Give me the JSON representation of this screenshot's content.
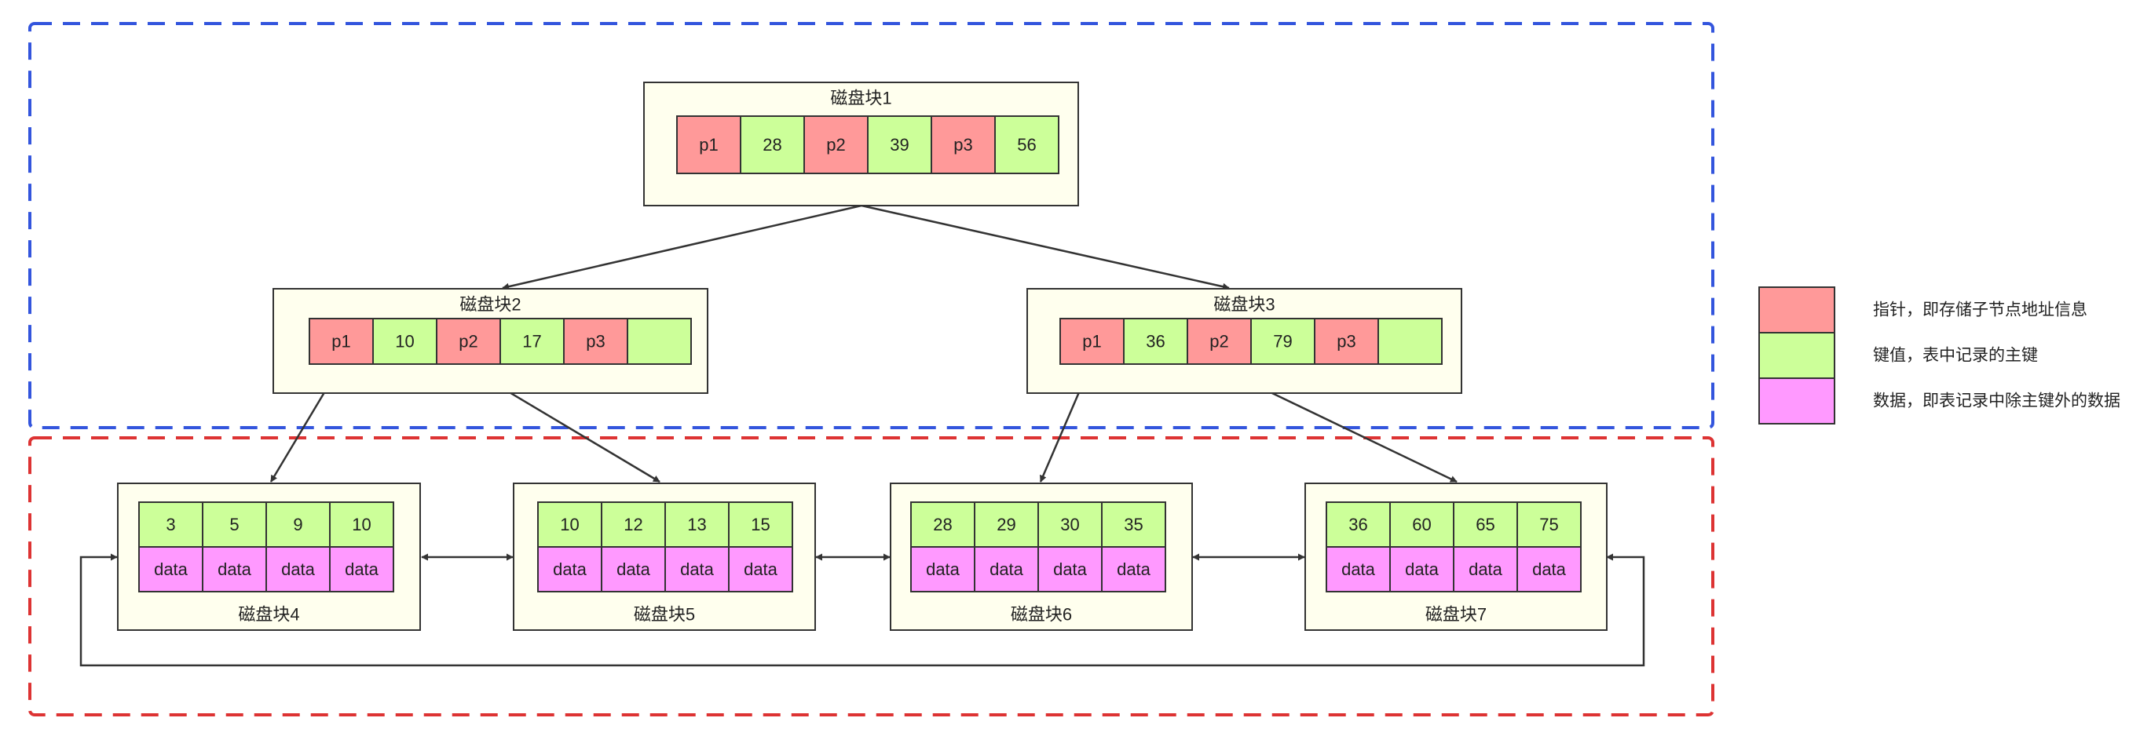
{
  "colors": {
    "pointer": "#ff9999",
    "key": "#ccff99",
    "data": "#ff99ff",
    "block_bg": "#ffffee",
    "internal_frame": "#3355dd",
    "leaf_frame": "#dd3333",
    "stroke": "#333333"
  },
  "blocks": [
    {
      "id": "b1",
      "title": "磁盘块1",
      "cells": [
        {
          "t": "p",
          "v": "p1"
        },
        {
          "t": "k",
          "v": "28"
        },
        {
          "t": "p",
          "v": "p2"
        },
        {
          "t": "k",
          "v": "39"
        },
        {
          "t": "p",
          "v": "p3"
        },
        {
          "t": "k",
          "v": "56"
        }
      ]
    },
    {
      "id": "b2",
      "title": "磁盘块2",
      "cells": [
        {
          "t": "p",
          "v": "p1"
        },
        {
          "t": "k",
          "v": "10"
        },
        {
          "t": "p",
          "v": "p2"
        },
        {
          "t": "k",
          "v": "17"
        },
        {
          "t": "p",
          "v": "p3"
        },
        {
          "t": "k",
          "v": ""
        }
      ]
    },
    {
      "id": "b3",
      "title": "磁盘块3",
      "cells": [
        {
          "t": "p",
          "v": "p1"
        },
        {
          "t": "k",
          "v": "36"
        },
        {
          "t": "p",
          "v": "p2"
        },
        {
          "t": "k",
          "v": "79"
        },
        {
          "t": "p",
          "v": "p3"
        },
        {
          "t": "k",
          "v": ""
        }
      ]
    }
  ],
  "leaves": [
    {
      "id": "b4",
      "title": "磁盘块4",
      "keys": [
        "3",
        "5",
        "9",
        "10"
      ],
      "data": [
        "data",
        "data",
        "data",
        "data"
      ]
    },
    {
      "id": "b5",
      "title": "磁盘块5",
      "keys": [
        "10",
        "12",
        "13",
        "15"
      ],
      "data": [
        "data",
        "data",
        "data",
        "data"
      ]
    },
    {
      "id": "b6",
      "title": "磁盘块6",
      "keys": [
        "28",
        "29",
        "30",
        "35"
      ],
      "data": [
        "data",
        "data",
        "data",
        "data"
      ]
    },
    {
      "id": "b7",
      "title": "磁盘块7",
      "keys": [
        "36",
        "60",
        "65",
        "75"
      ],
      "data": [
        "data",
        "data",
        "data",
        "data"
      ]
    }
  ],
  "legend": [
    {
      "type": "pointer",
      "label": "指针，即存储子节点地址信息"
    },
    {
      "type": "key",
      "label": "键值，表中记录的主键"
    },
    {
      "type": "data",
      "label": "数据，即表记录中除主键外的数据"
    }
  ]
}
